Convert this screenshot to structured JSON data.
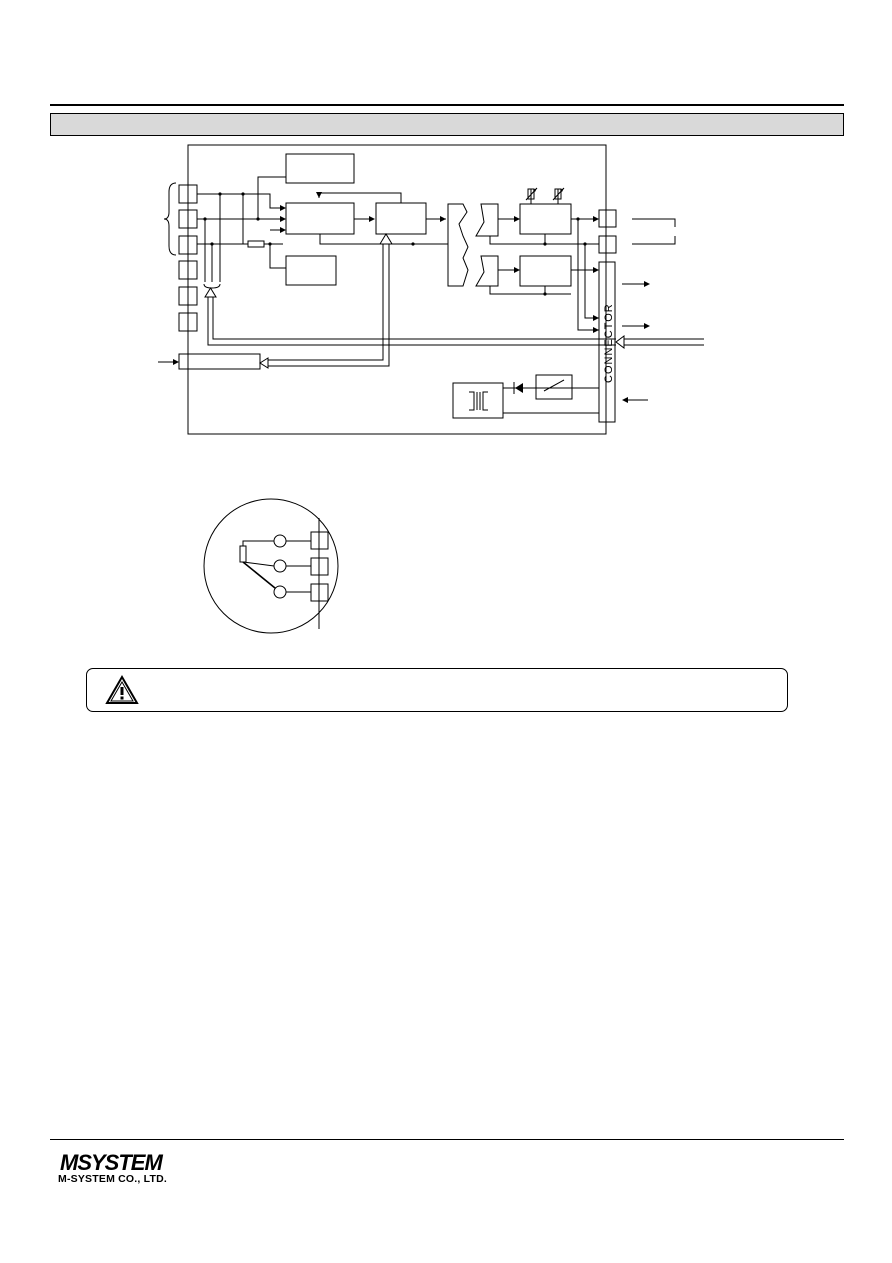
{
  "connector_label": "CONNECTOR",
  "company": {
    "logo_text": "MSYSTEM",
    "name": "M-SYSTEM CO., LTD."
  },
  "icons": {
    "warning": "warning-triangle-icon"
  }
}
